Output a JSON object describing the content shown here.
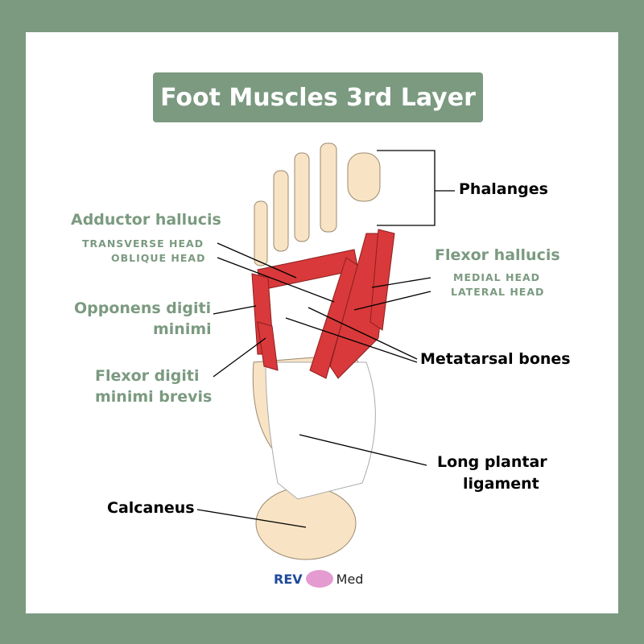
{
  "title": "Foot Muscles 3rd Layer",
  "labels": {
    "phalanges": "Phalanges",
    "adductor": "Adductor hallucis",
    "transverse": "TRANSVERSE HEAD",
    "oblique": "OBLIQUE HEAD",
    "flexor_hallucis": "Flexor hallucis",
    "medial": "MEDIAL HEAD",
    "lateral": "LATERAL HEAD",
    "opponens1": "Opponens digiti",
    "opponens2": "minimi",
    "flexor_dm1": "Flexor digiti",
    "flexor_dm2": "minimi brevis",
    "metatarsal": "Metatarsal bones",
    "lpl1": "Long plantar",
    "lpl2": "ligament",
    "calcaneus": "Calcaneus"
  },
  "logo": {
    "rev": "REV",
    "med": "Med"
  },
  "colors": {
    "green": "#7b9a80",
    "bone": "#f8e3c4",
    "muscle": "#d9393a",
    "logo_blue": "#1f4a9c"
  }
}
